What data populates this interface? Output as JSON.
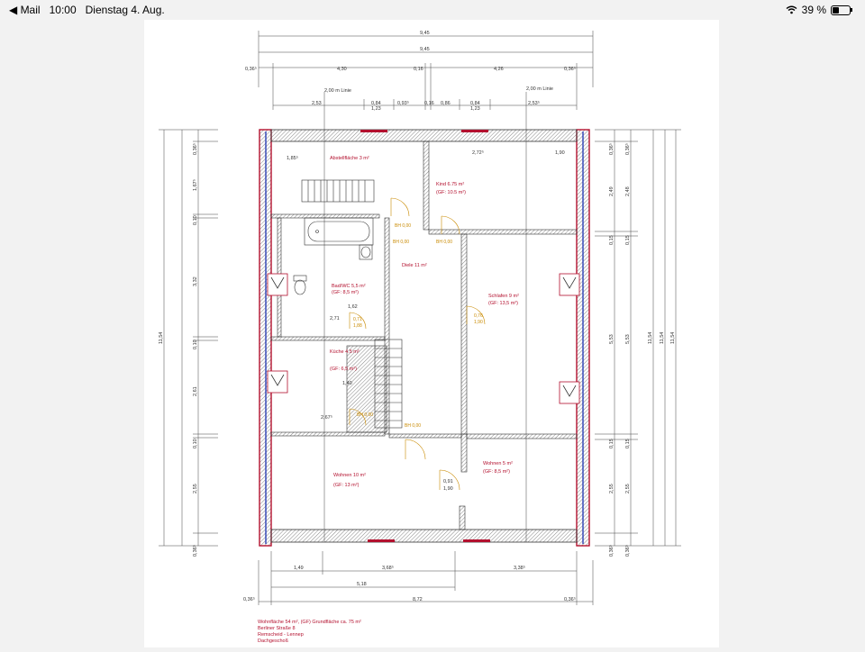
{
  "status_bar": {
    "back_app": "◀ Mail",
    "time": "10:00",
    "date": "Dienstag 4. Aug.",
    "battery": "39 %"
  },
  "top_dims": {
    "total1": "9,45",
    "total2": "9,45",
    "row3": [
      "0,36⁵",
      "4,30",
      "0,16",
      "4,26",
      "0,36⁵"
    ],
    "line_left": "2,00 m Linie",
    "line_right": "2,00 m Linie",
    "row5": [
      "2,53",
      "0,84",
      "0,93⁵",
      "0,16",
      "0,86",
      "0,84",
      "2,53⁵"
    ],
    "row5b": [
      "1,23",
      "1,23"
    ]
  },
  "left_dims": {
    "total": "11,54",
    "parts": [
      "0,36⁵",
      "1,67⁵",
      "0,10",
      "3,32",
      "0,10",
      "2,61",
      "0,10",
      "2,55",
      "0,36⁵"
    ]
  },
  "right_dims": {
    "total1": "11,54",
    "total2": "11,54",
    "total3": "11,54",
    "parts": [
      "0,36⁵",
      "2,49",
      "0,15",
      "5,53",
      "0,15",
      "2,55",
      "0,36⁵"
    ],
    "parts_b": [
      "0,36⁵",
      "2,48",
      "0,15",
      "5,53",
      "0,15",
      "2,55",
      "0,36⁵"
    ]
  },
  "bottom_dims": {
    "row1": [
      "1,49",
      "3,68⁵",
      "3,38⁵"
    ],
    "row2": [
      "5,18"
    ],
    "row3": [
      "0,36⁵",
      "8,72",
      "0,36⁵"
    ]
  },
  "rooms": [
    {
      "name": "Abstellfläche 3 m²",
      "sub": "",
      "dim": "1,85⁵"
    },
    {
      "name": "Kind 6.75 m²",
      "sub": "(GF: 10.5 m²)",
      "dim": "2,72⁵"
    },
    {
      "name": "Bad/WC 5,5 m²",
      "sub": "(GF: 8,5 m²)",
      "dim": "1,62"
    },
    {
      "name": "Diele 11 m²",
      "sub": "",
      "dim": ""
    },
    {
      "name": "Schlafen 9 m²",
      "sub": "(GF: 13,5 m²)",
      "dim": ""
    },
    {
      "name": "Küche 4.5 m²",
      "sub": "(GF: 6,5 m²)",
      "dim": "1,40"
    },
    {
      "name": "Wohnen 10 m²",
      "sub": "(GF: 13 m²)",
      "dim": ""
    },
    {
      "name": "Wohnen 5 m²",
      "sub": "(GF: 8,5 m²)",
      "dim": ""
    }
  ],
  "misc_dims": {
    "right_top": "1,90",
    "bad_width": "2,71",
    "kueche_bottom": "2,67⁵",
    "wohnen_door": "0,91",
    "wohnen_door2": "1,90"
  },
  "door_labels": {
    "bh1": "BH 0,00",
    "bh2": "BH 0,00",
    "bh3": "BH 0,00",
    "bh4": "BH 0,00",
    "bh5": "BH 0,00",
    "d1": "0,71",
    "d2": "1,88",
    "d3": "0,76",
    "d4": "1,90"
  },
  "info": {
    "line1": "Wohnfläche 54 m², (GF) Grundfläche ca. 75 m²",
    "line2": "Berliner Straße 8",
    "line3": "Remscheid - Lennep",
    "line4": "Dachgeschoß"
  },
  "colors": {
    "wall_red": "#b3102e",
    "insulation_blue": "#2a3fb5",
    "dim_line": "#444444"
  }
}
